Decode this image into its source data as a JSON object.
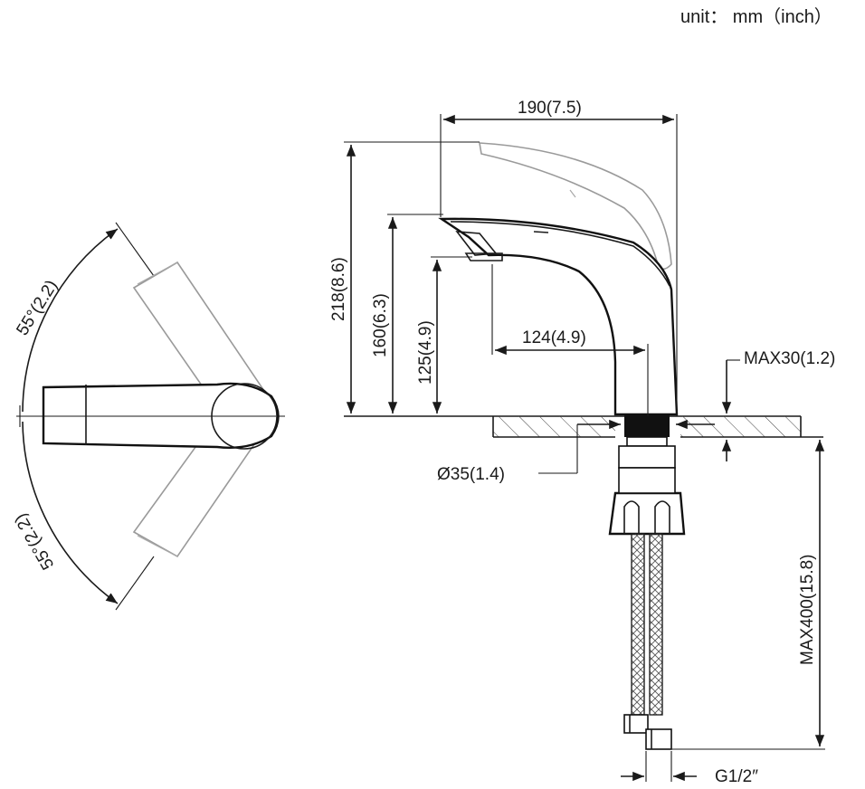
{
  "unit_label": "unit： mm（inch）",
  "rotation": {
    "upper_label": "55°(2.2)",
    "lower_label": "55°(2.2)"
  },
  "dimensions": {
    "spout_reach": "190(7.5)",
    "total_height": "218(8.6)",
    "spout_height": "160(6.3)",
    "outlet_height": "125(4.9)",
    "outlet_reach": "124(4.9)",
    "deck_thickness": "MAX30(1.2)",
    "hole_diameter": "Ø35(1.4)",
    "hose_length": "MAX400(15.8)",
    "thread": "G1/2″"
  }
}
